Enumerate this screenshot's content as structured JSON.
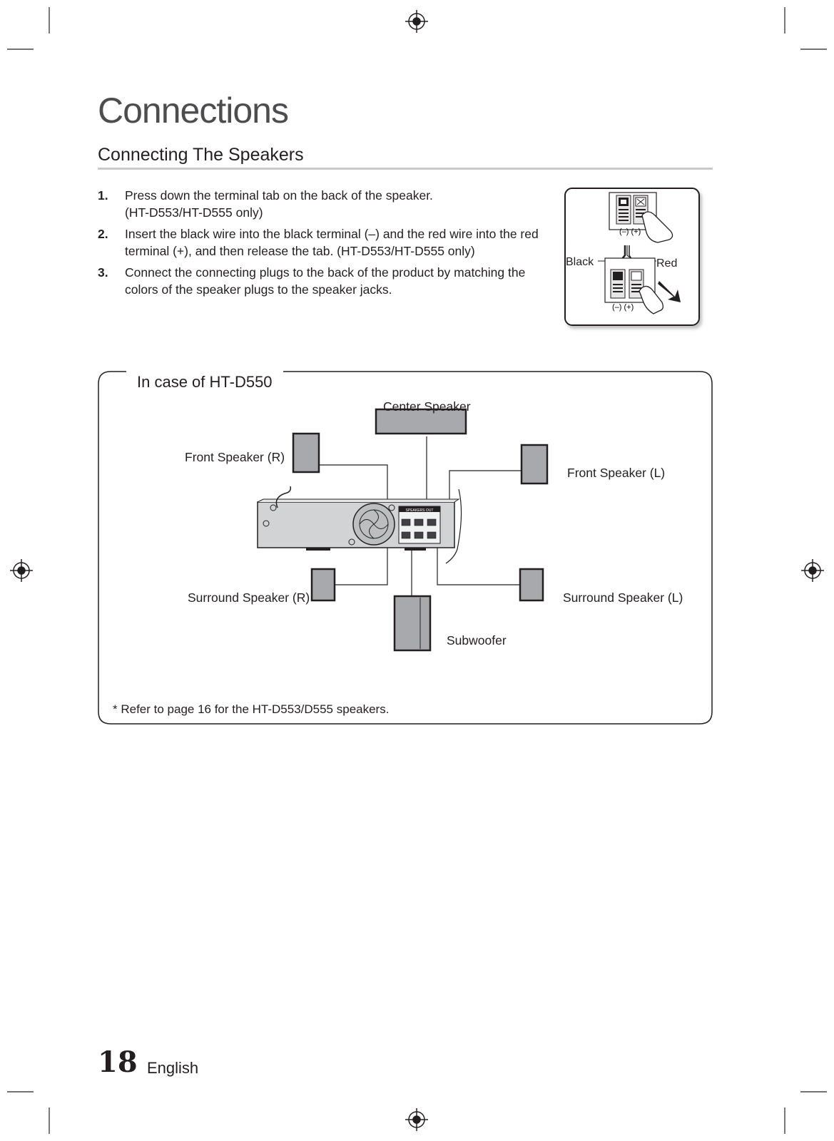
{
  "chapter_title": "Connections",
  "section_title": "Connecting The Speakers",
  "steps": [
    {
      "number": "1.",
      "lines": [
        "Press down the terminal tab on the back of the speaker.",
        "(HT-D553/HT-D555 only)"
      ]
    },
    {
      "number": "2.",
      "lines": [
        "Insert the black wire into the black terminal (–) and the red wire into the red",
        "terminal (+), and then release the tab. (HT-D553/HT-D555 only)"
      ]
    },
    {
      "number": "3.",
      "lines": [
        "Connect the connecting plugs to the back of the product by matching the",
        "colors of the speaker plugs to the speaker jacks."
      ]
    }
  ],
  "inset": {
    "black_label": "Black",
    "red_label": "Red",
    "polarity_top": "(–)  (+)",
    "polarity_bottom": "(–)  (+)"
  },
  "diagram": {
    "frame_title": "In case of HT-D550",
    "center": "Center Speaker",
    "front_r": "Front Speaker (R)",
    "front_l": "Front Speaker (L)",
    "surround_r": "Surround Speaker (R)",
    "surround_l": "Surround Speaker (L)",
    "subwoofer": "Subwoofer",
    "panel_label": "SPEAKERS OUT"
  },
  "note": "* Refer to page 16 for the HT-D553/D555 speakers.",
  "footer": {
    "page_number": "18",
    "language": "English"
  },
  "colors": {
    "text": "#231f20",
    "title_gray": "#4d4d4f",
    "rule_gray": "#c8c8c8",
    "speaker_gray": "#a7a9ac"
  }
}
